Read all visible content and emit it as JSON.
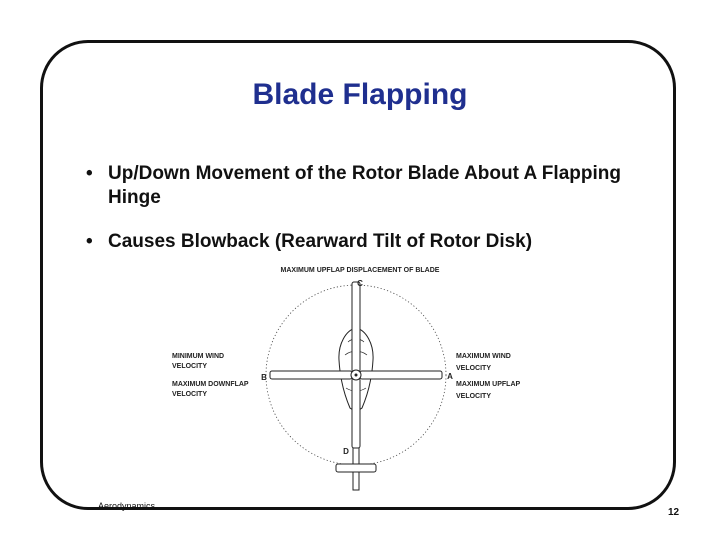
{
  "slide": {
    "title": "Blade Flapping",
    "bullets": [
      "Up/Down Movement of the Rotor Blade About A Flapping Hinge",
      "Causes Blowback (Rearward Tilt of Rotor Disk)"
    ],
    "bullet_marker": "•",
    "footer": "Aerodynamics",
    "page_number": "12"
  },
  "diagram": {
    "top_label": "MAXIMUM UPFLAP DISPLACEMENT OF BLADE",
    "point_c": "C",
    "point_d": "D",
    "point_a": "A",
    "point_b": "B",
    "left_labels": {
      "line1": "MINIMUM WIND",
      "line2": "VELOCITY",
      "line3": "MAXIMUM DOWNFLAP",
      "line4": "VELOCITY"
    },
    "right_labels": {
      "line1": "MAXIMUM WIND",
      "line2": "VELOCITY",
      "line3": "MAXIMUM  UPFLAP",
      "line4": "VELOCITY"
    }
  },
  "colors": {
    "title": "#1f2f8f",
    "frame": "#111111",
    "text": "#111111"
  }
}
